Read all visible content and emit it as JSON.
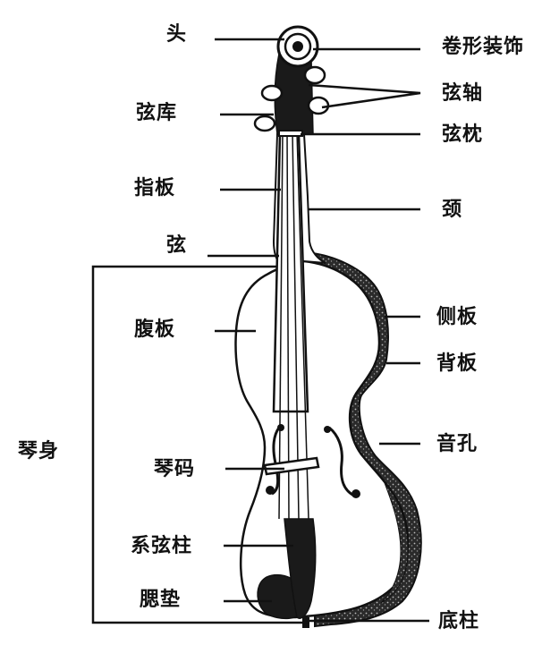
{
  "labels": {
    "head": "头",
    "scroll": "卷形装饰",
    "pegs": "弦轴",
    "pegbox": "弦库",
    "nut": "弦枕",
    "fingerboard": "指板",
    "neck": "颈",
    "strings": "弦",
    "belly": "腹板",
    "ribs": "侧板",
    "back": "背板",
    "body": "琴身",
    "f_hole": "音孔",
    "bridge": "琴码",
    "tailpiece": "系弦柱",
    "chinrest": "腮垫",
    "endpin": "底柱"
  }
}
